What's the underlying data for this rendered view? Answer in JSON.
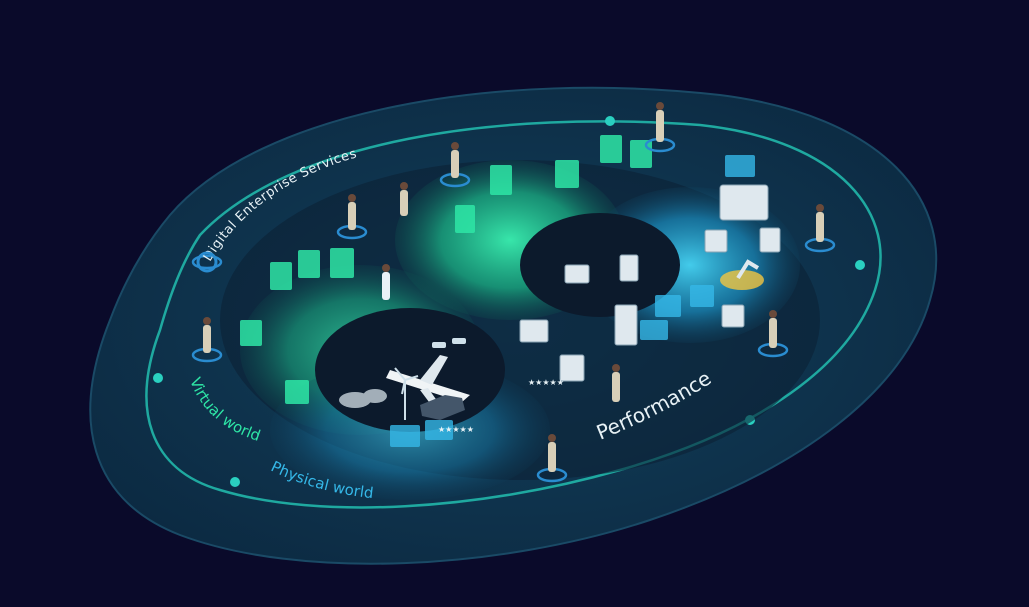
{
  "labels": {
    "digital_enterprise": "Digital Enterprise Services",
    "virtual_world": "Virtual world",
    "physical_world": "Physical world",
    "performance": "Performance"
  },
  "colors": {
    "background": "#0a0a2a",
    "platform": "#0e2f48",
    "platform_edge": "#1a4a66",
    "track": "#1fa9a0",
    "track_node": "#2ad0c0",
    "virtual_green": "#2ee6a6",
    "physical_blue": "#35b8e8",
    "performance_white": "#e8f2f6",
    "dark_core": "#0c1a2c"
  },
  "icons": [
    "person-figure-icon",
    "screen-panel-icon",
    "airplane-icon",
    "car-icon",
    "drone-icon",
    "wind-turbine-icon",
    "machine-icon",
    "robot-arm-icon",
    "rating-stars-icon",
    "cloud-icon"
  ]
}
